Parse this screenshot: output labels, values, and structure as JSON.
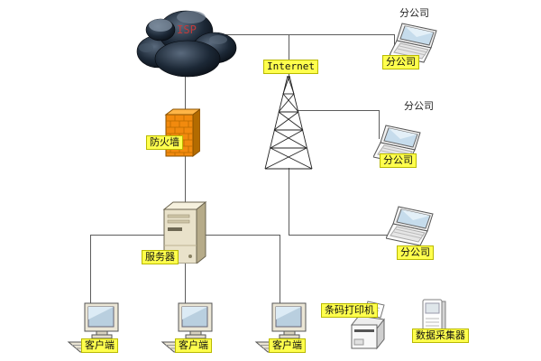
{
  "diagram": {
    "isp": {
      "label": "ISP"
    },
    "internet": {
      "label": "Internet"
    },
    "firewall": {
      "label": "防火墙"
    },
    "server": {
      "label": "服务器"
    },
    "clients": [
      {
        "label": "客户端"
      },
      {
        "label": "客户端"
      },
      {
        "label": "客户端"
      }
    ],
    "branches": [
      {
        "title": "分公司",
        "label": "分公司"
      },
      {
        "title": "分公司",
        "label": "分公司"
      },
      {
        "label": "分公司"
      }
    ],
    "barcode_printer": {
      "label": "条码打印机"
    },
    "data_collector": {
      "label": "数据采集器"
    },
    "colors": {
      "label_bg": "#ffff4d",
      "label_border": "#b9b900",
      "isp_text": "#c23b3b",
      "firewall_orange": "#f28a0e",
      "cloud_dark": "#1c2836",
      "line": "#5c5c5c"
    }
  }
}
